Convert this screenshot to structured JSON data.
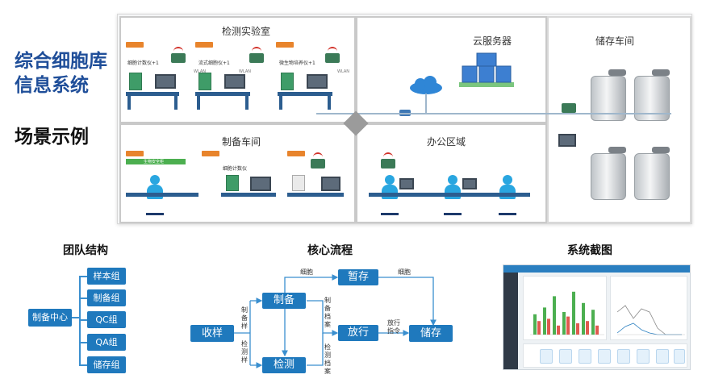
{
  "left_titles": {
    "system_line1": "综合细胞库",
    "system_line2": "信息系统",
    "scene": "场景示例"
  },
  "scene": {
    "lab": {
      "title": "检测实验室",
      "device_labels": [
        "细胞计数仪+1",
        "流式细胞仪+1",
        "微生物培养仪+1"
      ]
    },
    "cloud": {
      "title": "云服务器"
    },
    "storage": {
      "title": "储存车间"
    },
    "prep": {
      "title": "制备车间",
      "device_labels": [
        "生物安全柜",
        "细胞计数仪"
      ]
    },
    "office": {
      "title": "办公区域"
    },
    "wlan": "WLAN"
  },
  "team": {
    "header": "团队结构",
    "root": "制备中心",
    "groups": [
      "样本组",
      "制备组",
      "QC组",
      "QA组",
      "储存组"
    ]
  },
  "flow": {
    "header": "核心流程",
    "nodes": {
      "collect": "收样",
      "prepare": "制备",
      "test": "检测",
      "hold": "暂存",
      "release": "放行",
      "store": "储存"
    },
    "labels": {
      "cell_top": "细胞",
      "cell_right": "细胞",
      "prep_sample": "制备样",
      "test_sample": "检测样",
      "prep_record": "制备档案",
      "test_record": "检测档案",
      "release_order_1": "放行",
      "release_order_2": "指令"
    }
  },
  "screenshot": {
    "header": "系统截图",
    "bars": [
      {
        "g": 0.45,
        "r": 0.3
      },
      {
        "g": 0.6,
        "r": 0.35
      },
      {
        "g": 0.85,
        "r": 0.2
      },
      {
        "g": 0.5,
        "r": 0.4
      },
      {
        "g": 0.95,
        "r": 0.25
      },
      {
        "g": 0.7,
        "r": 0.3
      },
      {
        "g": 0.55,
        "r": 0.2
      }
    ],
    "colors": {
      "green": "#4caf50",
      "red": "#e05a4f",
      "blue": "#2a7fc0"
    }
  }
}
